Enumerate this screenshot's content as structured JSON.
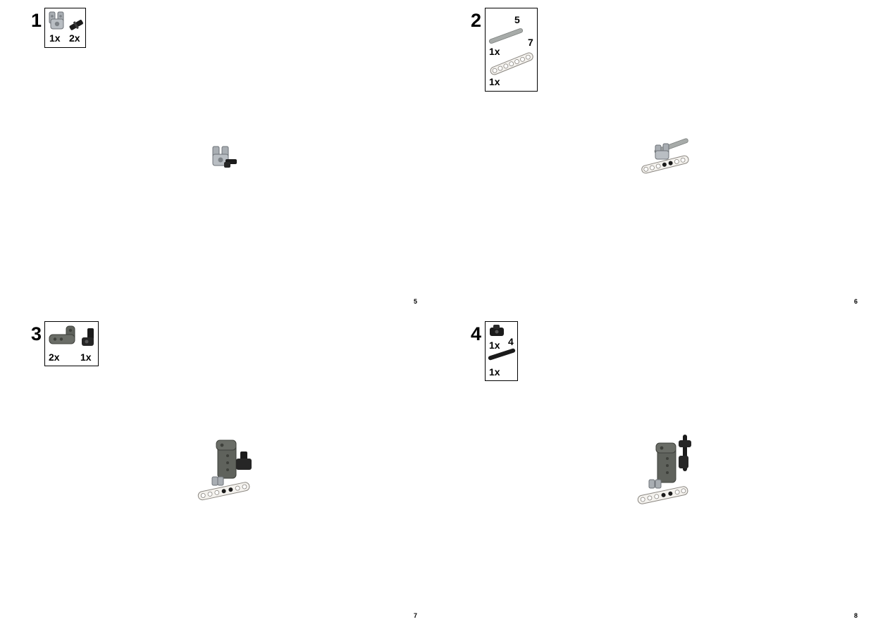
{
  "pages": [
    {
      "page_number": "5",
      "step": "1",
      "parts": [
        {
          "icon": "light-gray-connector-icon",
          "qty": "1x"
        },
        {
          "icon": "black-pin-icon",
          "qty": "2x"
        }
      ]
    },
    {
      "page_number": "6",
      "step": "2",
      "parts": [
        {
          "icon": "gray-axle-icon",
          "length": "5",
          "qty": "1x"
        },
        {
          "icon": "white-beam-icon",
          "length": "7",
          "qty": "1x"
        }
      ]
    },
    {
      "page_number": "7",
      "step": "3",
      "parts": [
        {
          "icon": "dark-gray-angled-beam-icon",
          "qty": "2x"
        },
        {
          "icon": "black-angle-connector-icon",
          "qty": "1x"
        }
      ]
    },
    {
      "page_number": "8",
      "step": "4",
      "parts": [
        {
          "icon": "black-connector-icon",
          "qty": "1x"
        },
        {
          "icon": "black-axle-icon",
          "length": "4",
          "qty": "1x"
        }
      ]
    }
  ],
  "colors": {
    "light_gray": "#a9aeb3",
    "dark_gray": "#5f625c",
    "black": "#1b1b1b",
    "white_part": "#f4f2ee"
  }
}
